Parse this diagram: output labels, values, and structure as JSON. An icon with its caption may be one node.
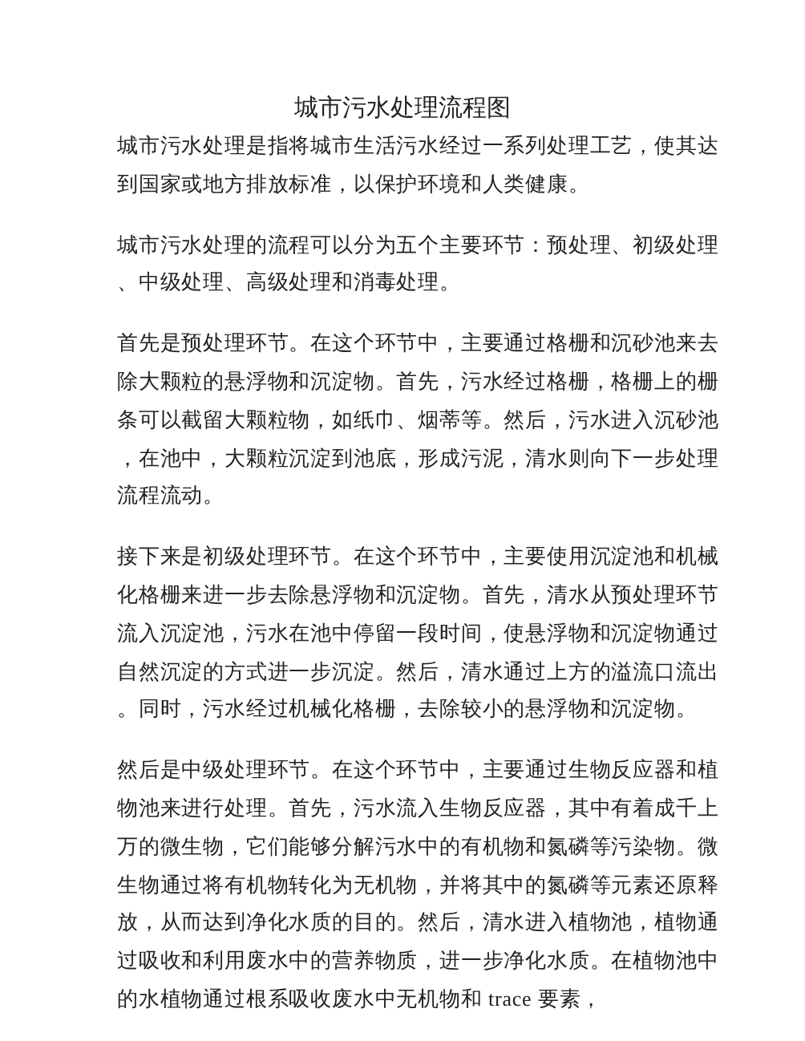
{
  "diagram": {
    "title": "城市污水处理流程图",
    "labels": [
      "城市污水处理是指将城市生活污水经过一系列处理工艺，使其达到国家或地方排放标准，以保护环境和人类健康。",
      "城市污水处理的流程可以分为五个主要环节：预处理、初级处理、中级处理、高级处理和消毒处理。",
      "首先是预处理环节。在这个环节中，主要通过格栅和沉砂池来去除大颗粒的悬浮物和沉淀物。首先，污水经过格栅，格栅上的栅条可以截留大颗粒物，如纸巾、烟蒂等。然后，污水进入沉砂池，在池中，大颗粒沉淀到池底，形成污泥，清水则向下一步处理流程流动。",
      "接下来是初级处理环节。在这个环节中，主要使用沉淀池和机械化格栅来进一步去除悬浮物和沉淀物。首先，清水从预处理环节流入沉淀池，污水在池中停留一段时间，使悬浮物和沉淀物通过自然沉淀的方式进一步沉淀。然后，清水通过上方的溢流口流出。同时，污水经过机械化格栅，去除较小的悬浮物和沉淀物。",
      "然后是中级处理环节。在这个环节中，主要通过生物反应器和植物池来进行处理。首先，污水流入生物反应器，其中有着成千上万的微生物，它们能够分解污水中的有机物和氮磷等污染物。微生物通过将有机物转化为无机物，并将其中的氮磷等元素还原释放，从而达到净化水质的目的。然后，清水进入植物池，植物通过吸收和利用废水中的营养物质，进一步净化水质。在植物池中的水植物通过根系吸收废水中无机物和 trace 要素，"
    ]
  }
}
